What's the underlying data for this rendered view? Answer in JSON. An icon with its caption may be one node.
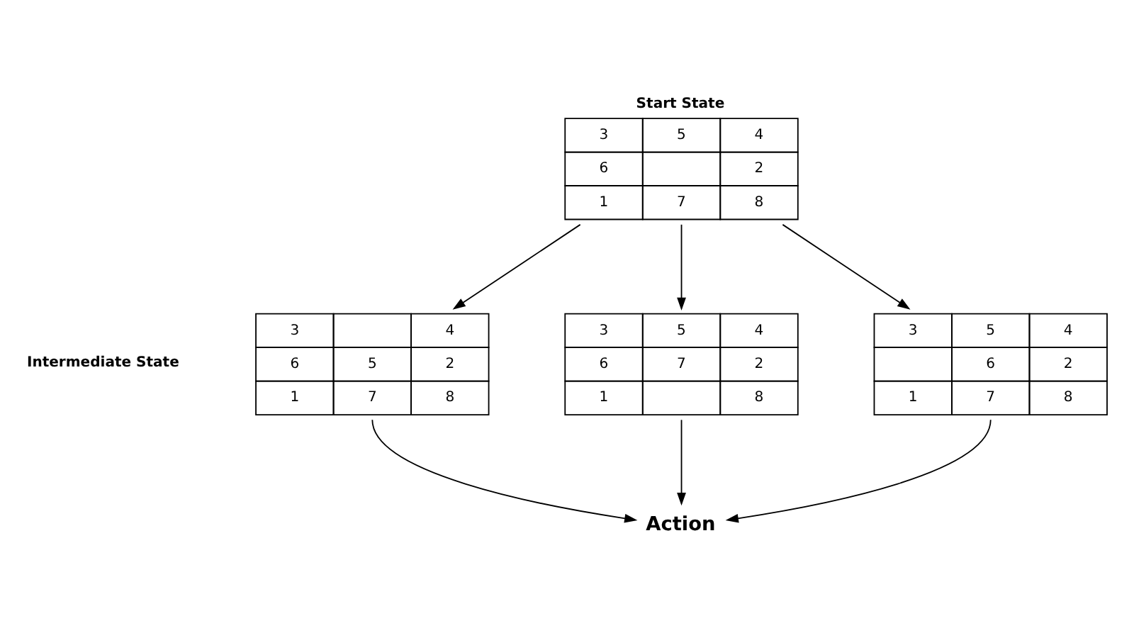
{
  "diagram": {
    "nodes": [
      {
        "text": [
          "Start State",
          "3",
          "5",
          "4",
          "6",
          "2",
          "1",
          "7",
          "8"
        ]
      },
      {
        "text": [
          "3",
          "4",
          "6",
          "5",
          "2",
          "1",
          "7",
          "8"
        ]
      },
      {
        "text": [
          "3",
          "5",
          "4",
          "6",
          "7",
          "2",
          "1",
          "8"
        ]
      },
      {
        "text": [
          "3",
          "5",
          "4",
          "6",
          "2",
          "1",
          "7",
          "8"
        ]
      },
      {
        "text": [
          "Action"
        ]
      }
    ],
    "edges": [
      {
        "from": 0,
        "to": 1,
        "arrow": "to"
      },
      {
        "from": 0,
        "to": 2,
        "arrow": "to"
      },
      {
        "from": 0,
        "to": 3,
        "arrow": "to"
      },
      {
        "from": 1,
        "to": 4,
        "arrow": "to"
      },
      {
        "from": 2,
        "to": 4,
        "arrow": "to"
      },
      {
        "from": 3,
        "to": 4,
        "arrow": "to"
      }
    ],
    "labels": [
      "Intermediate State"
    ]
  }
}
